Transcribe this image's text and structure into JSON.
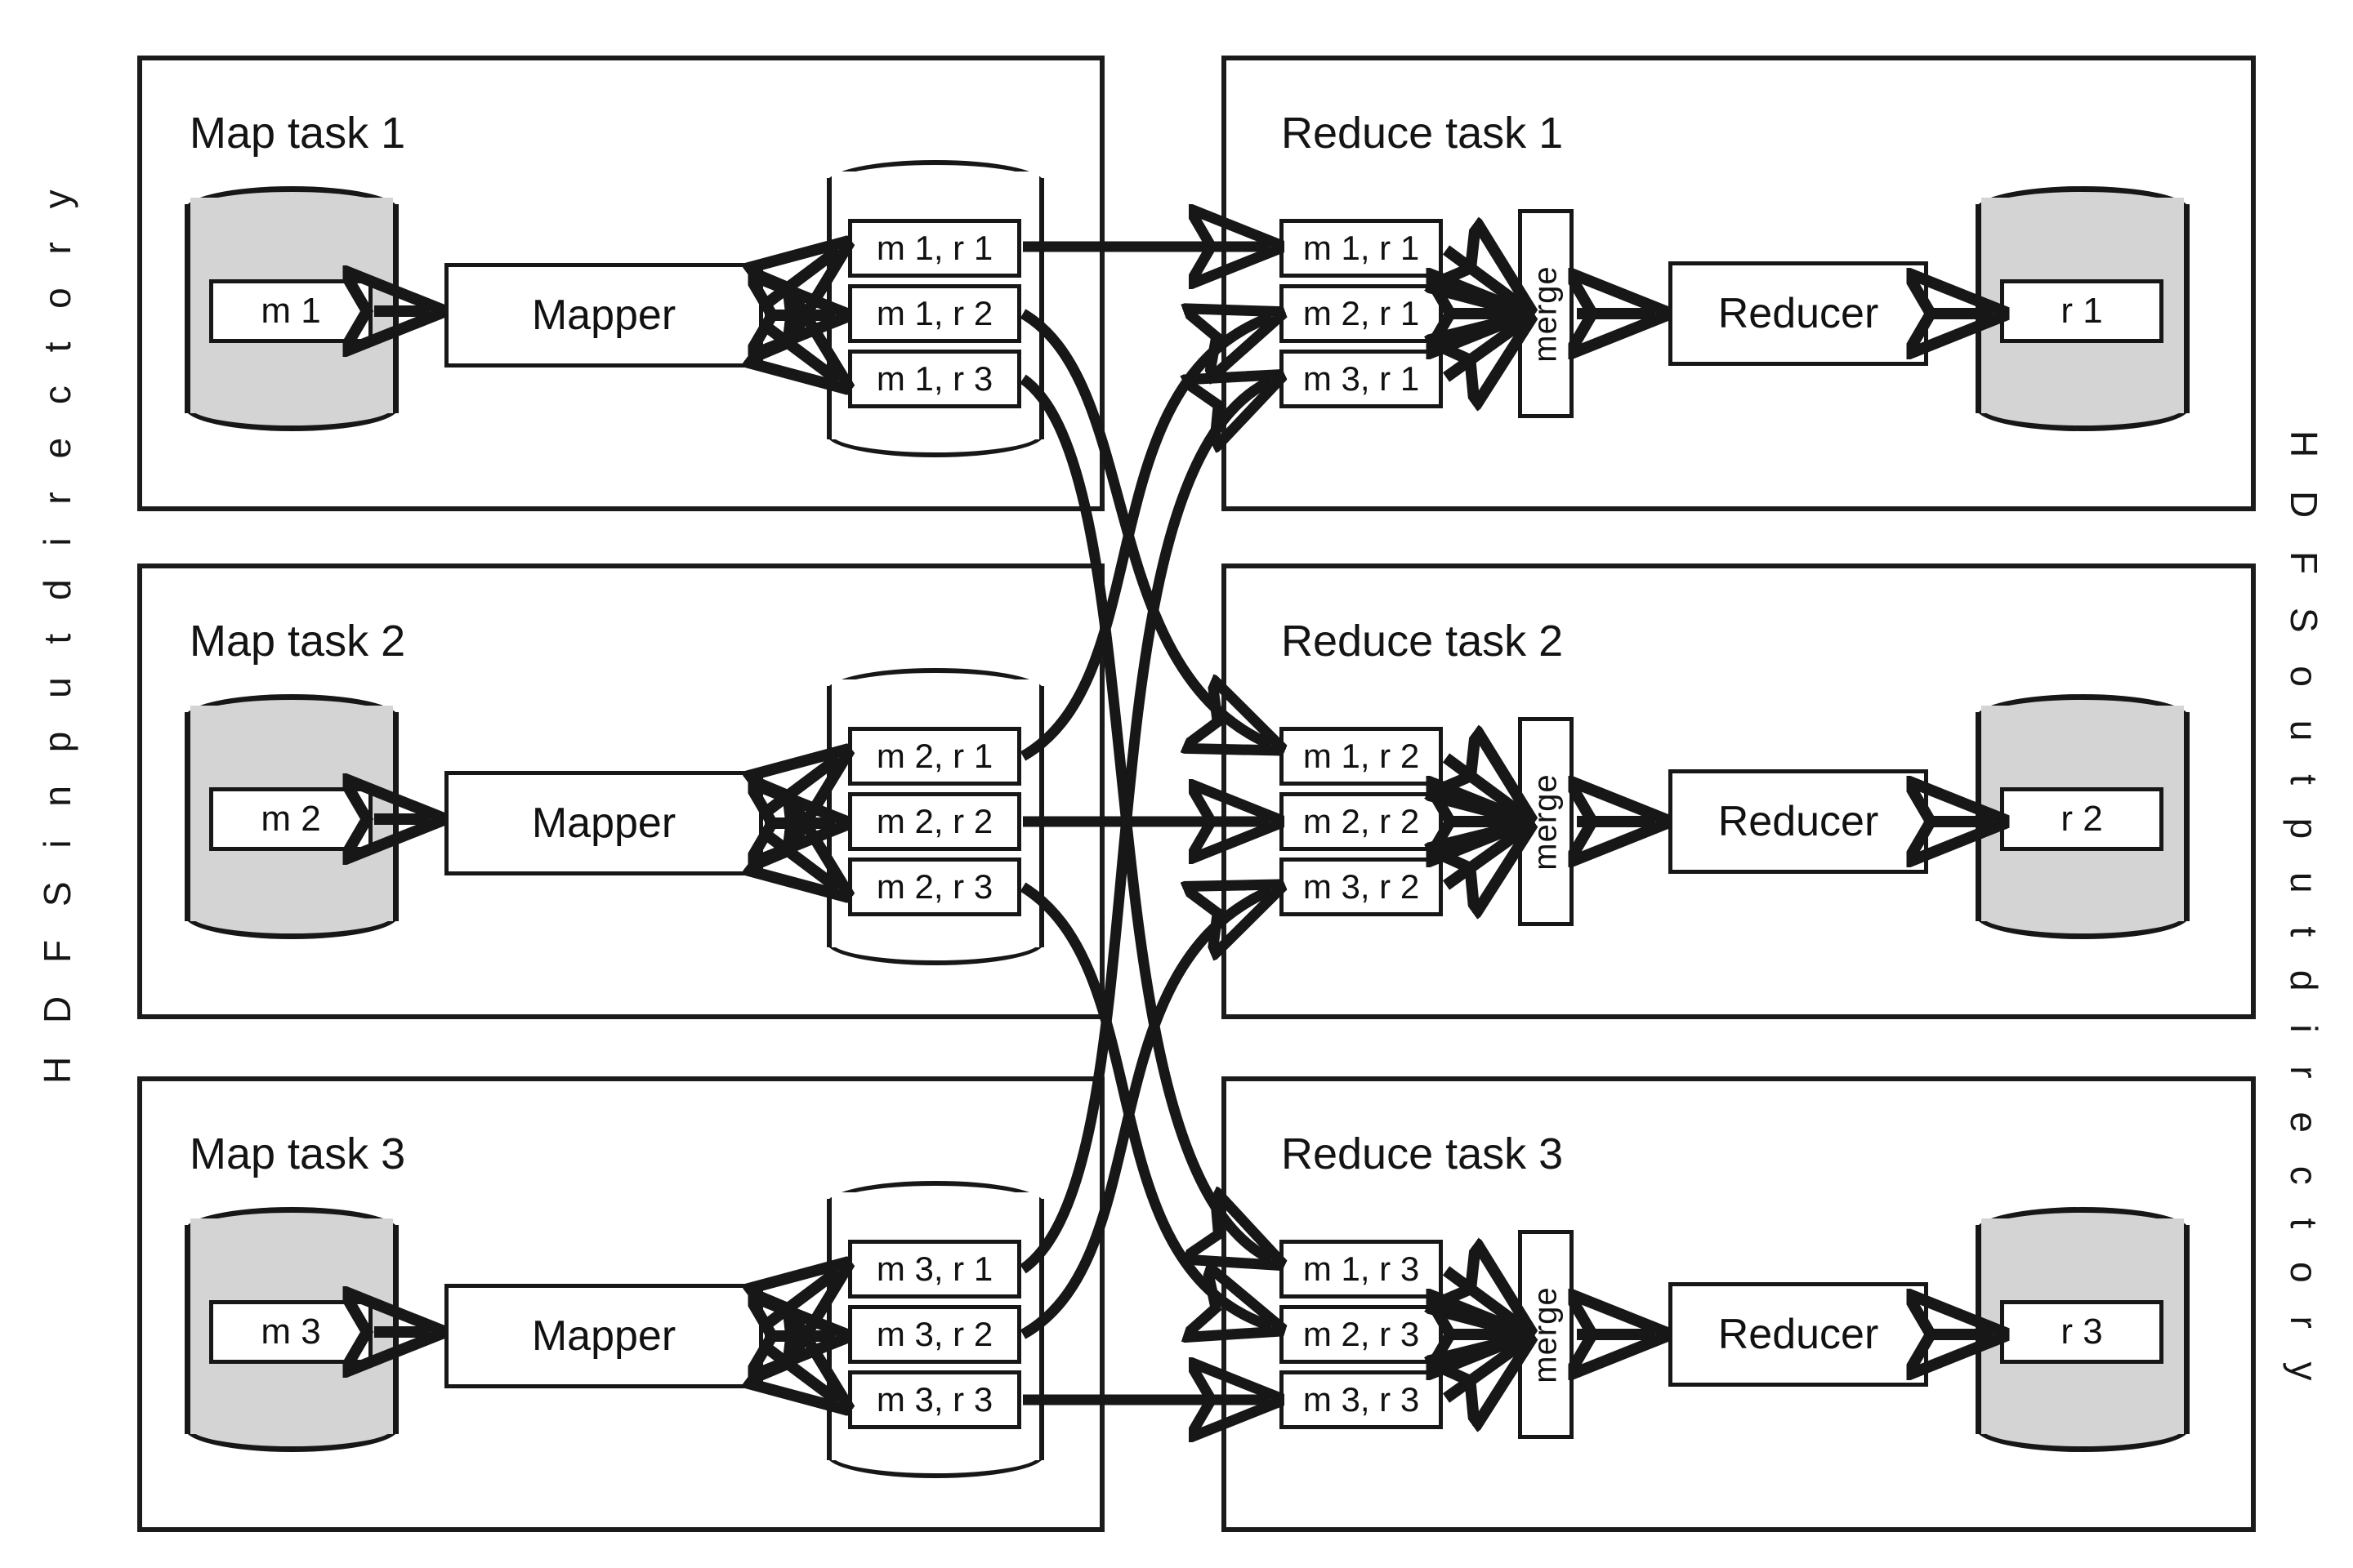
{
  "side_labels": {
    "left": "H D F S   i n p u t   d i r e c t o r y",
    "right": "H D F S   o u t p u t   d i r e c t o r y"
  },
  "colors": {
    "stroke": "#171717",
    "drum_fill": "#d4d4d4",
    "background": "#ffffff"
  },
  "map_tasks": [
    {
      "title": "Map task 1",
      "input_block": "m 1",
      "mapper_label": "Mapper",
      "partitions": [
        "m 1, r 1",
        "m 1, r 2",
        "m 1, r 3"
      ]
    },
    {
      "title": "Map task 2",
      "input_block": "m 2",
      "mapper_label": "Mapper",
      "partitions": [
        "m 2, r 1",
        "m 2, r 2",
        "m 2, r 3"
      ]
    },
    {
      "title": "Map task 3",
      "input_block": "m 3",
      "mapper_label": "Mapper",
      "partitions": [
        "m 3, r 1",
        "m 3, r 2",
        "m 3, r 3"
      ]
    }
  ],
  "reduce_tasks": [
    {
      "title": "Reduce task 1",
      "inputs": [
        "m 1, r 1",
        "m 2, r 1",
        "m 3, r 1"
      ],
      "merge_label": "merge",
      "reducer_label": "Reducer",
      "output_block": "r 1"
    },
    {
      "title": "Reduce task 2",
      "inputs": [
        "m 1, r 2",
        "m 2, r 2",
        "m 3, r 2"
      ],
      "merge_label": "merge",
      "reducer_label": "Reducer",
      "output_block": "r 2"
    },
    {
      "title": "Reduce task 3",
      "inputs": [
        "m 1, r 3",
        "m 2, r 3",
        "m 3, r 3"
      ],
      "merge_label": "merge",
      "reducer_label": "Reducer",
      "output_block": "r 3"
    }
  ]
}
